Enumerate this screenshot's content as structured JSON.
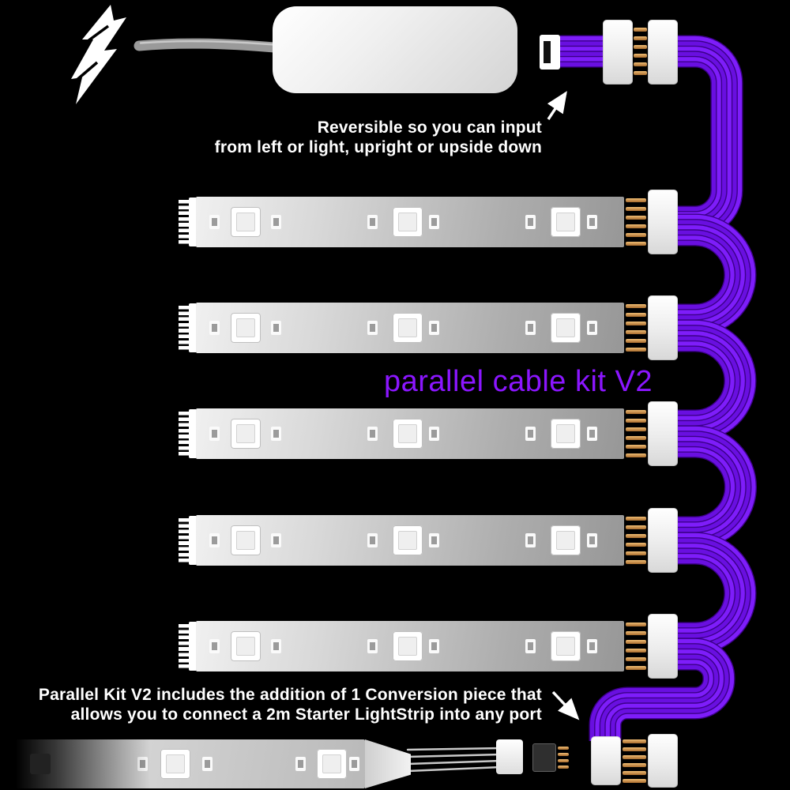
{
  "title": {
    "text": "parallel cable kit V2"
  },
  "annotations": {
    "reversible": {
      "lines": [
        "Reversible so you can input",
        "from left or light, upright or upside down"
      ]
    },
    "conversion": {
      "lines": [
        "Parallel Kit V2 includes the addition of 1 Conversion piece that",
        "allows you to connect a 2m Starter LightStrip into any port"
      ]
    }
  },
  "hardware": {
    "strip_count": 5,
    "leds_per_strip": 3,
    "ribbon_wire_count": 6,
    "connector_pin_count": 6,
    "bottom_strip": {
      "led_count": 2,
      "wire_count": 4
    }
  },
  "icons": {
    "lightning_bolt": "lightning-bolt-icon",
    "arrow_up_right": "arrow-up-right-icon",
    "arrow_down_right": "arrow-down-right-icon"
  },
  "colors": {
    "background": "#000000",
    "text": "#ffffff",
    "title_purple": "#8b16ff",
    "ribbon_base": "#3c0089",
    "ribbon_strand": "#7e1dfa",
    "ribbon_strand_alt": "#690fe0",
    "pin_light": "#f0bd74",
    "pin_dark": "#a86c2e",
    "strip_light": "#f0f0f0",
    "strip_dark": "#979797",
    "cable_gray": "#9a9a9a",
    "led_white": "#ffffff"
  }
}
